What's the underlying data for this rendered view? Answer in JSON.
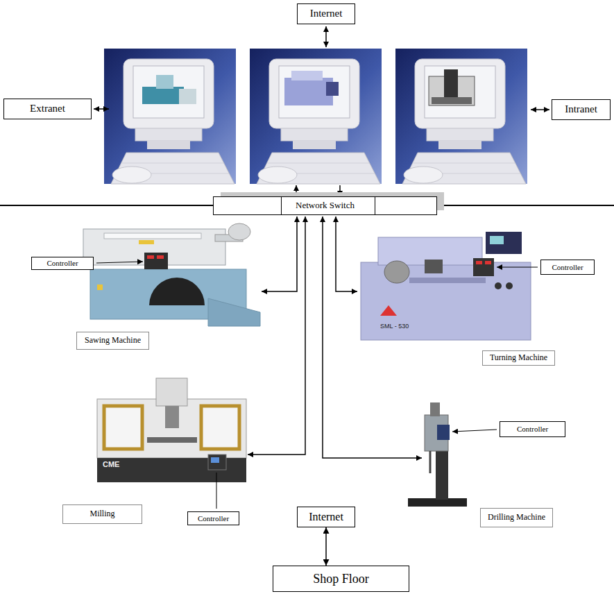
{
  "diagram": {
    "nodes": [
      {
        "text": [
          "Internet"
        ]
      },
      {
        "text": [
          "Extranet"
        ]
      },
      {
        "text": [
          "Intranet"
        ]
      },
      {
        "text": [
          "Network Switch"
        ]
      },
      {
        "text": [
          "Controller"
        ]
      },
      {
        "text": [
          "Controller"
        ]
      },
      {
        "text": [
          "Sawing Machine"
        ]
      },
      {
        "text": [
          "Turning Machine"
        ]
      },
      {
        "text": [
          "Controller"
        ]
      },
      {
        "text": [
          "Milling"
        ]
      },
      {
        "text": [
          "Controller"
        ]
      },
      {
        "text": [
          "Internet"
        ]
      },
      {
        "text": [
          "Drilling Machine"
        ]
      },
      {
        "text": [
          "Shop Floor"
        ]
      }
    ],
    "edges": [
      {
        "from": 11,
        "to": 13,
        "arrow": "both"
      }
    ],
    "labels": [
      "SML - 530",
      "CME"
    ]
  }
}
